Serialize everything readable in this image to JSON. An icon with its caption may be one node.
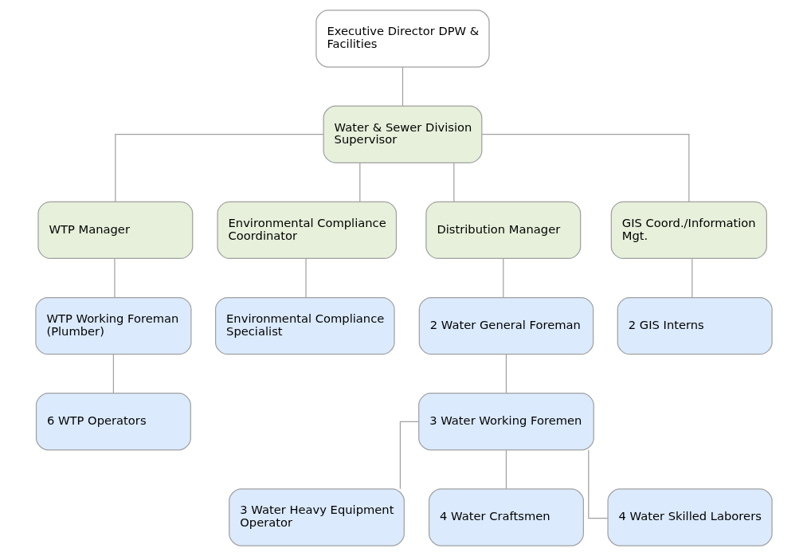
{
  "diagram": {
    "nodes": [
      {
        "text": [
          "Executive Director DPW & Facilities"
        ]
      },
      {
        "text": [
          "Water & Sewer Division Supervisor"
        ]
      },
      {
        "text": [
          "WTP Manager"
        ]
      },
      {
        "text": [
          "Environmental Compliance Coordinator"
        ]
      },
      {
        "text": [
          "Distribution Manager"
        ]
      },
      {
        "text": [
          "GIS Coord./Information Mgt."
        ]
      },
      {
        "text": [
          "WTP Working Foreman (Plumber)"
        ]
      },
      {
        "text": [
          "Environmental Compliance Specialist"
        ]
      },
      {
        "text": [
          "2 Water General Foreman"
        ]
      },
      {
        "text": [
          "2 GIS Interns"
        ]
      },
      {
        "text": [
          "6 WTP Operators"
        ]
      },
      {
        "text": [
          "3 Water Working Foremen"
        ]
      },
      {
        "text": [
          "3 Water Heavy Equipment Operator"
        ]
      },
      {
        "text": [
          "4 Water Craftsmen"
        ]
      },
      {
        "text": [
          "4 Water Skilled Laborers"
        ]
      }
    ],
    "edges": [
      {
        "from": 0,
        "to": 1,
        "arrow": "none"
      },
      {
        "from": 1,
        "to": 2,
        "arrow": "none"
      },
      {
        "from": 1,
        "to": 3,
        "arrow": "none"
      },
      {
        "from": 1,
        "to": 4,
        "arrow": "none"
      },
      {
        "from": 1,
        "to": 5,
        "arrow": "none"
      },
      {
        "from": 2,
        "to": 6,
        "arrow": "none"
      },
      {
        "from": 3,
        "to": 7,
        "arrow": "none"
      },
      {
        "from": 4,
        "to": 8,
        "arrow": "none"
      },
      {
        "from": 5,
        "to": 9,
        "arrow": "none"
      },
      {
        "from": 6,
        "to": 10,
        "arrow": "none"
      },
      {
        "from": 8,
        "to": 11,
        "arrow": "none"
      },
      {
        "from": 11,
        "to": 12,
        "arrow": "none"
      },
      {
        "from": 11,
        "to": 13,
        "arrow": "none"
      },
      {
        "from": 11,
        "to": 14,
        "arrow": "none"
      }
    ]
  }
}
